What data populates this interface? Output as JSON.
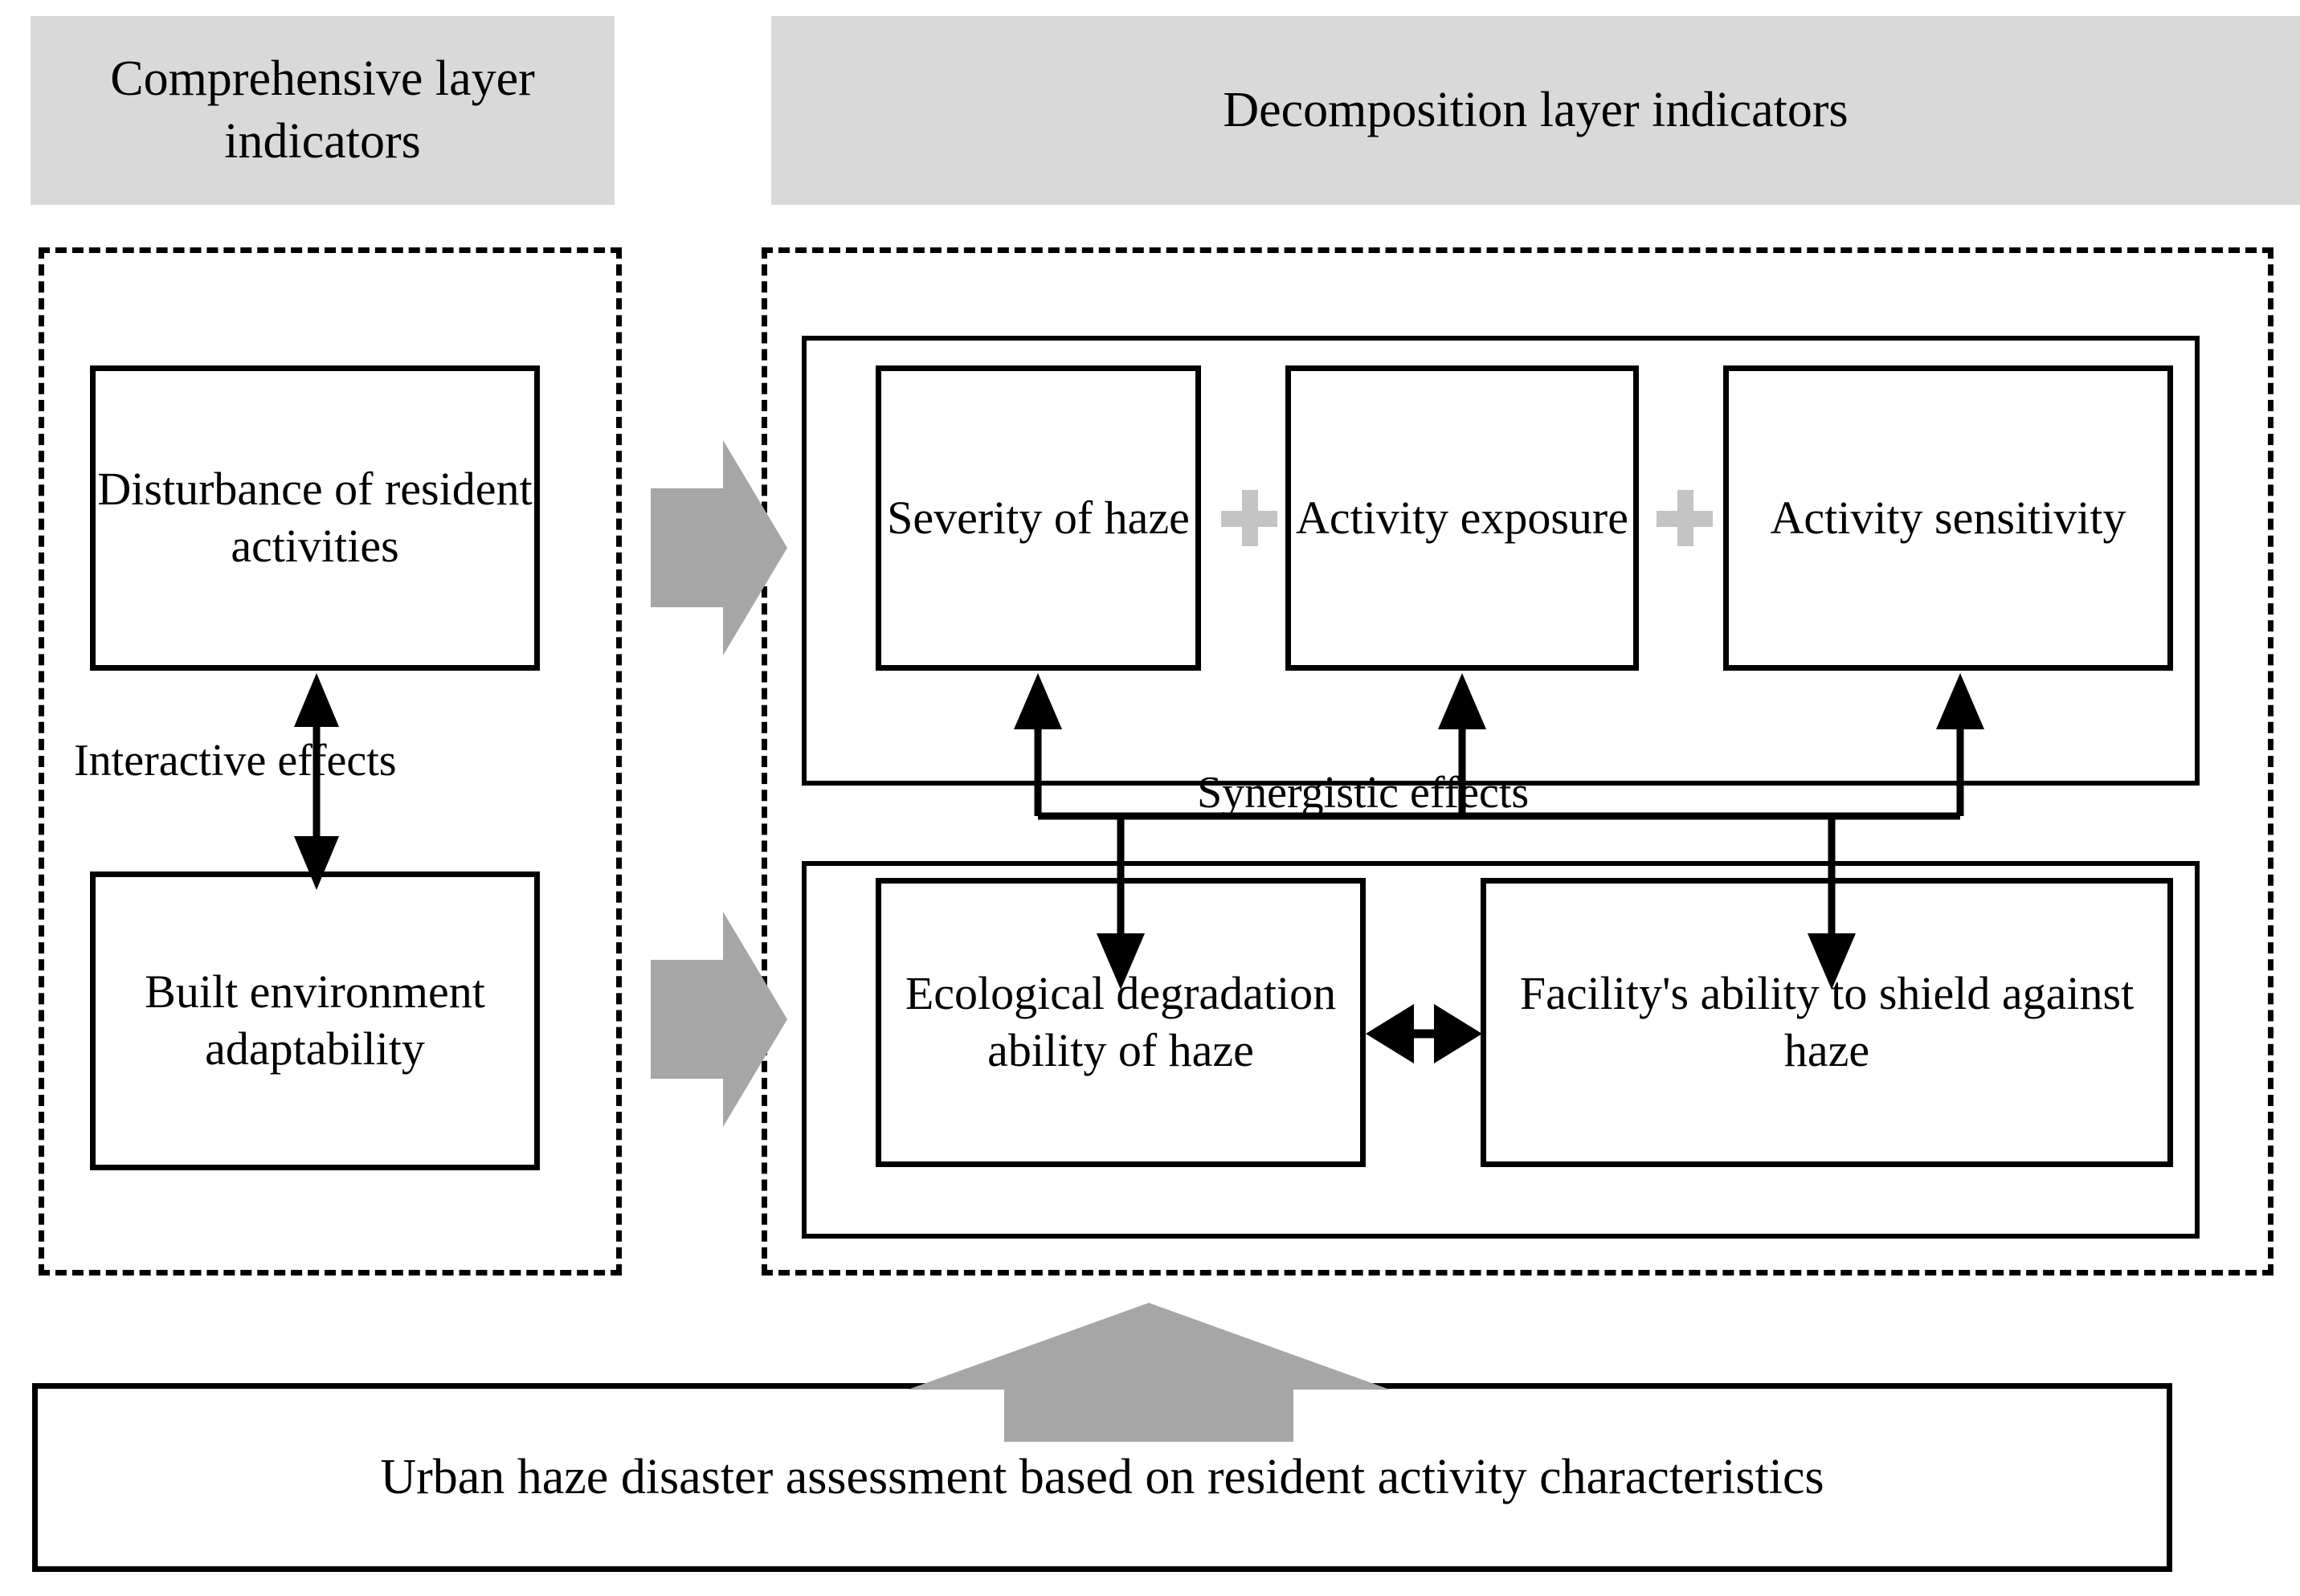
{
  "headers": {
    "left": "Comprehensive layer indicators",
    "right": "Decomposition layer indicators"
  },
  "comprehensive_layer": {
    "boxes": [
      {
        "id": "disturbance",
        "label": "Disturbance of resident activities"
      },
      {
        "id": "built-environment",
        "label": "Built environment adaptability"
      }
    ],
    "relation_label": "Interactive effects",
    "relation_arrow": "double-headed-vertical"
  },
  "decomposition_layer": {
    "top_group": {
      "boxes": [
        {
          "id": "severity-of-haze",
          "label": "Severity of haze"
        },
        {
          "id": "activity-exposure",
          "label": "Activity exposure"
        },
        {
          "id": "activity-sensitivity",
          "label": "Activity sensitivity"
        }
      ],
      "operators": [
        "+",
        "+"
      ]
    },
    "bottom_group": {
      "boxes": [
        {
          "id": "ecological-degradation",
          "label": "Ecological degradation ability of haze"
        },
        {
          "id": "facility-shield",
          "label": "Facility's ability to shield against haze"
        }
      ],
      "relation_arrow": "double-headed-horizontal"
    },
    "relation_label": "Synergistic effects"
  },
  "conclusion_banner": {
    "label": "Urban haze disaster assessment based on resident activity characteristics"
  },
  "flow_arrows": {
    "left_to_right_top": "block-arrow-right",
    "left_to_right_bottom": "block-arrow-right",
    "bottom_up": "block-arrow-up"
  },
  "colors": {
    "header_band": "#d9d9d9",
    "block_arrow": "#a6a6a6",
    "plus_operator": "#c4c4c4",
    "stroke": "#000000",
    "background": "#ffffff"
  }
}
